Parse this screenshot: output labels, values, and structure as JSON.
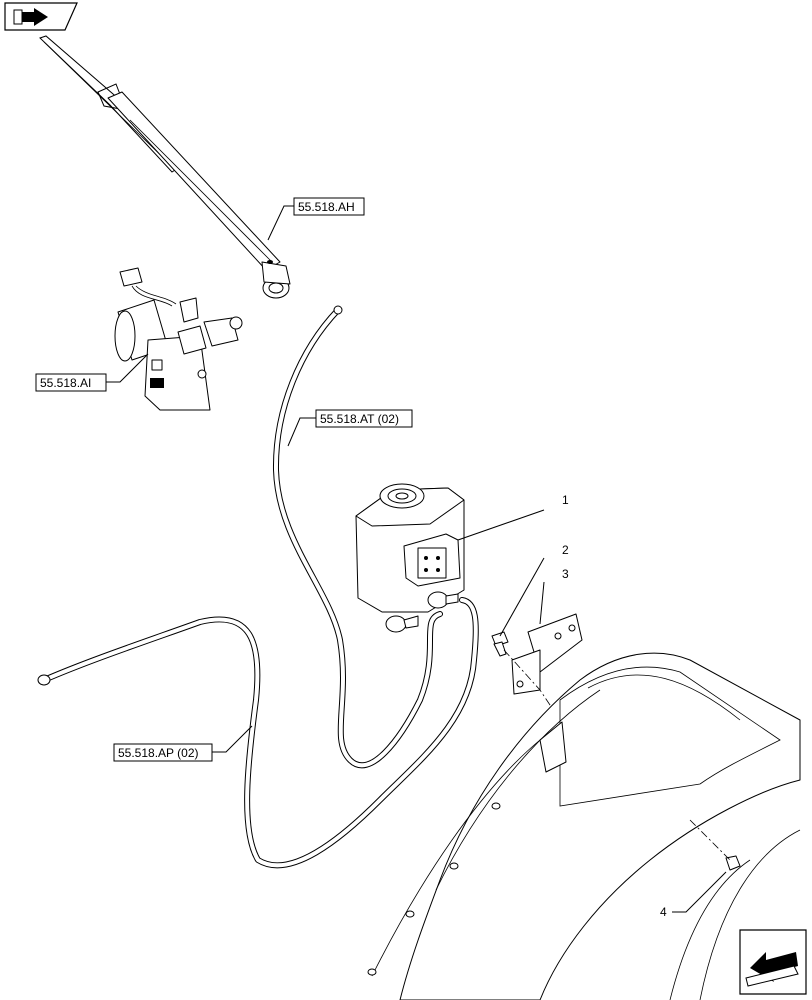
{
  "icons": {
    "top_left": "arrow-right-icon",
    "bottom_right": "arrow-down-left-icon"
  },
  "references": [
    {
      "id": "wiper-arm",
      "label": "55.518.AH"
    },
    {
      "id": "wiper-motor",
      "label": "55.518.AI"
    },
    {
      "id": "hose-top",
      "label": "55.518.AT (02)"
    },
    {
      "id": "hose-bottom",
      "label": "55.518.AP (02)"
    }
  ],
  "callouts": [
    "1",
    "2",
    "3",
    "4"
  ]
}
